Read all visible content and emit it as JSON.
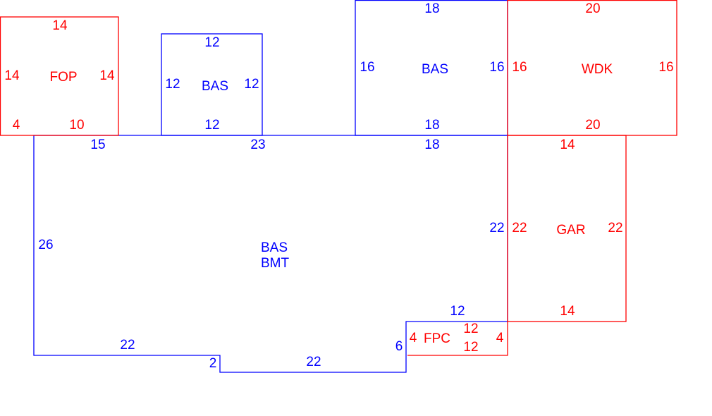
{
  "colors": {
    "living": "#0000ff",
    "other": "#ff0000"
  },
  "areas": {
    "fop": {
      "label": "FOP",
      "top": "14",
      "left": "14",
      "right": "14",
      "bottom_left": "4",
      "bottom": "10"
    },
    "bas_small": {
      "label": "BAS",
      "top": "12",
      "left": "12",
      "right": "12",
      "bottom": "12"
    },
    "bas_upper": {
      "label": "BAS",
      "top": "18",
      "left": "16",
      "right": "16",
      "bottom": "18"
    },
    "wdk": {
      "label": "WDK",
      "top": "20",
      "left": "16",
      "right": "16",
      "bottom": "20"
    },
    "main": {
      "label1": "BAS",
      "label2": "BMT",
      "top_left": "15",
      "top_mid": "23",
      "top_right": "18",
      "left": "26",
      "right": "22",
      "bottom_left": "22",
      "step": "2",
      "bottom_mid": "22",
      "notch_side": "6",
      "notch_top": "12"
    },
    "gar": {
      "label": "GAR",
      "top": "14",
      "left": "22",
      "right": "22",
      "bottom": "14"
    },
    "fpc": {
      "label": "FPC",
      "top": "12",
      "bottom": "12",
      "left": "4",
      "right": "4"
    }
  }
}
